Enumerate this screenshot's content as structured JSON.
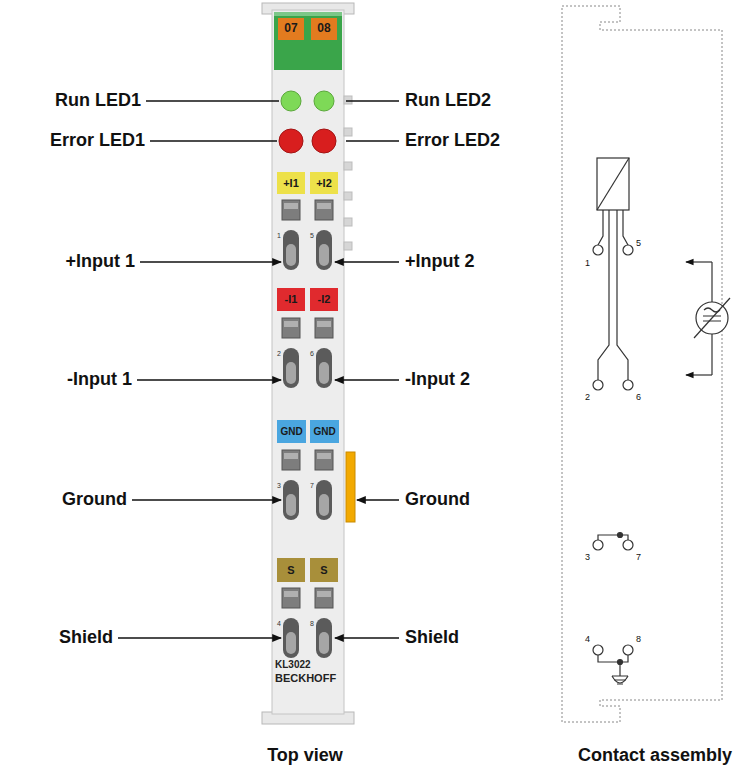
{
  "diagram": {
    "nodes": [
      {
        "text": [
          "KL3022",
          "BECKHOFF"
        ]
      },
      {
        "text": [
          "07"
        ],
        "in": 0
      },
      {
        "text": [
          "08"
        ],
        "in": 0
      },
      {
        "text": [
          "+I1"
        ],
        "in": 0
      },
      {
        "text": [
          "+I2"
        ],
        "in": 0
      },
      {
        "text": [
          "-I1"
        ],
        "in": 0
      },
      {
        "text": [
          "-I2"
        ],
        "in": 0
      },
      {
        "text": [
          "GND"
        ],
        "in": 0
      },
      {
        "text": [
          "GND"
        ],
        "in": 0
      },
      {
        "text": [
          "S"
        ],
        "in": 0
      },
      {
        "text": [
          "S"
        ],
        "in": 0
      }
    ],
    "labels": [
      "Run LED1",
      "Run LED2",
      "Error LED1",
      "Error LED2",
      "+Input 1",
      "+Input 2",
      "-Input 1",
      "-Input 2",
      "Ground",
      "Ground",
      "Shield",
      "Shield",
      "Top view",
      "Contact assembly",
      "1",
      "5",
      "2",
      "6",
      "3",
      "7",
      "4",
      "8",
      "1",
      "5",
      "2",
      "6",
      "3",
      "7",
      "4",
      "8"
    ]
  }
}
